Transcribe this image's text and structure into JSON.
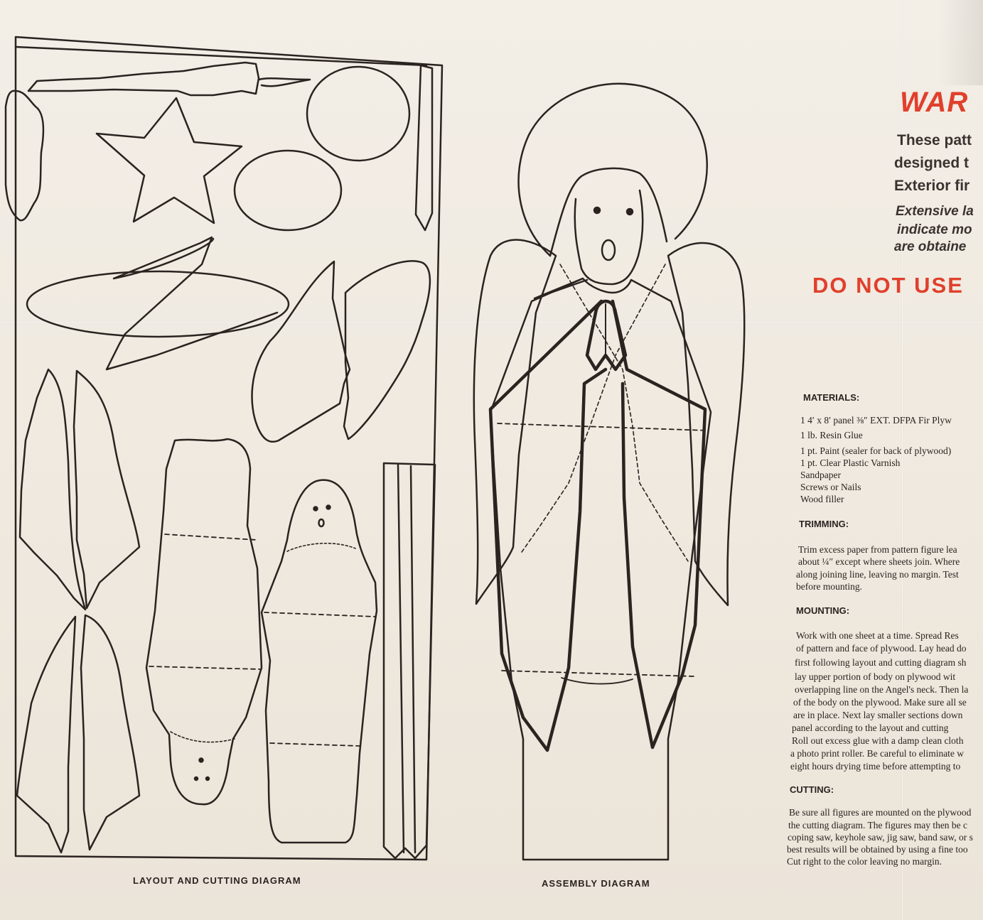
{
  "layout_caption": "LAYOUT AND CUTTING DIAGRAM",
  "assembly_caption": "ASSEMBLY DIAGRAM",
  "warning": {
    "title": "WAR",
    "lines": [
      "These patt",
      "designed t",
      "Exterior fir"
    ],
    "small_lines": [
      "Extensive la",
      "indicate mo",
      "are obtaine"
    ],
    "do_not_use": "DO NOT USE"
  },
  "instructions": {
    "materials": {
      "heading": "MATERIALS:",
      "lines": [
        "1  4′ x 8′ panel ⅜″ EXT. DFPA Fir Plyw",
        "1  lb. Resin Glue",
        "1  pt. Paint (sealer for back of plywood)",
        "1  pt. Clear Plastic Varnish",
        "Sandpaper",
        "Screws or Nails",
        "Wood filler"
      ]
    },
    "trimming": {
      "heading": "TRIMMING:",
      "lines": [
        "Trim excess paper from pattern figure lea",
        "about ¼″ except where sheets join. Where",
        "along joining line, leaving no margin. Test",
        "before mounting."
      ]
    },
    "mounting": {
      "heading": "MOUNTING:",
      "lines": [
        "Work with one sheet at a time. Spread Res",
        "of pattern and face of plywood. Lay head do",
        "first following layout and cutting diagram sh",
        "lay upper portion of body on plywood wit",
        "overlapping line on the Angel's neck. Then la",
        "of the body on the plywood. Make sure all se",
        "are in place. Next lay smaller sections down",
        "panel according to the layout and cutting",
        "Roll out excess glue with a damp clean cloth",
        "a photo print roller. Be careful to eliminate w",
        "eight hours drying time before attempting to"
      ]
    },
    "cutting": {
      "heading": "CUTTING:",
      "lines": [
        "Be sure all figures are mounted on the plywood",
        "the cutting diagram. The figures may then be c",
        "coping saw, keyhole saw, jig saw, band saw, or s",
        "best results will be obtained by using a fine too",
        "Cut right to the color leaving no margin."
      ]
    }
  }
}
